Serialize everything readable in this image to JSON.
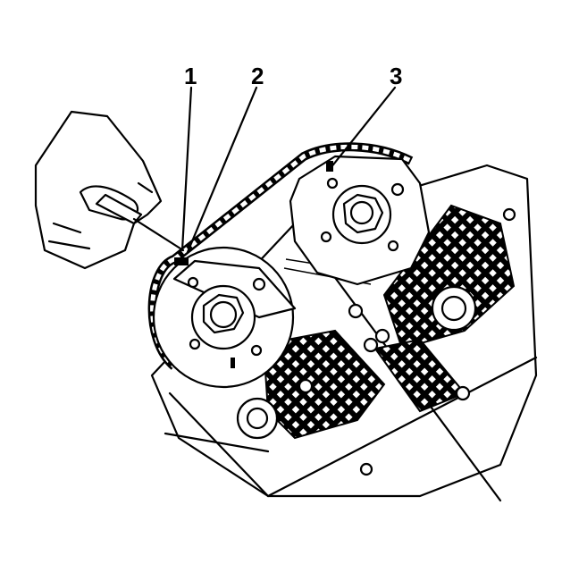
{
  "callouts": [
    {
      "id": "1",
      "text": "1"
    },
    {
      "id": "2",
      "text": "2"
    },
    {
      "id": "3",
      "text": "3"
    }
  ],
  "colors": {
    "ink": "#000000",
    "paper": "#ffffff"
  }
}
